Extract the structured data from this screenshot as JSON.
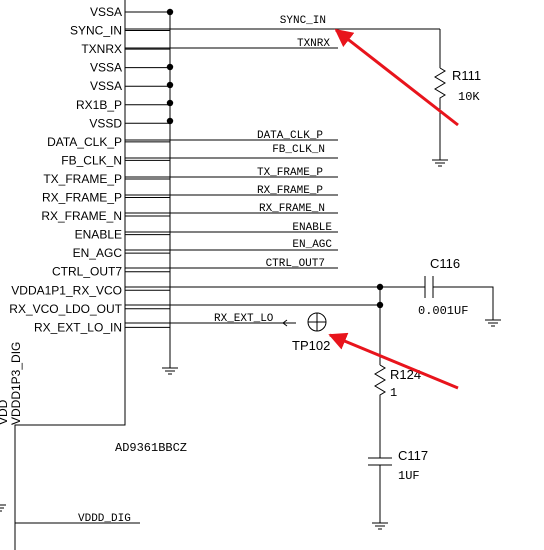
{
  "chip": {
    "part_number": "AD9361BBCZ",
    "right_pins": [
      "VSSA",
      "SYNC_IN",
      "TXNRX",
      "VSSA",
      "VSSA",
      "RX1B_P",
      "VSSD",
      "DATA_CLK_P",
      "FB_CLK_N",
      "TX_FRAME_P",
      "RX_FRAME_P",
      "RX_FRAME_N",
      "ENABLE",
      "EN_AGC",
      "CTRL_OUT7",
      "VDDA1P1_RX_VCO",
      "RX_VCO_LDO_OUT",
      "RX_EXT_LO_IN"
    ],
    "bottom_pin_label": "VDDD1P3_DIG",
    "bottom_pin_label_partial": "VDD"
  },
  "nets": {
    "sync_in": "SYNC_IN",
    "txnrx": "TXNRX",
    "data_clk_p": "DATA_CLK_P",
    "fb_clk_n": "FB_CLK_N",
    "tx_frame_p": "TX_FRAME_P",
    "rx_frame_p": "RX_FRAME_P",
    "rx_frame_n": "RX_FRAME_N",
    "enable": "ENABLE",
    "en_agc": "EN_AGC",
    "ctrl_out7": "CTRL_OUT7",
    "rx_ext_lo": "RX_EXT_LO",
    "vddd_dig": "VDDD_DIG"
  },
  "components": {
    "r111": {
      "ref": "R111",
      "value": "10K"
    },
    "c116": {
      "ref": "C116",
      "value": "0.001UF"
    },
    "tp102": {
      "ref": "TP102"
    },
    "r124": {
      "ref": "R124",
      "value": "1"
    },
    "c117": {
      "ref": "C117",
      "value": "1UF"
    }
  },
  "annotation_color": "#e8141c"
}
